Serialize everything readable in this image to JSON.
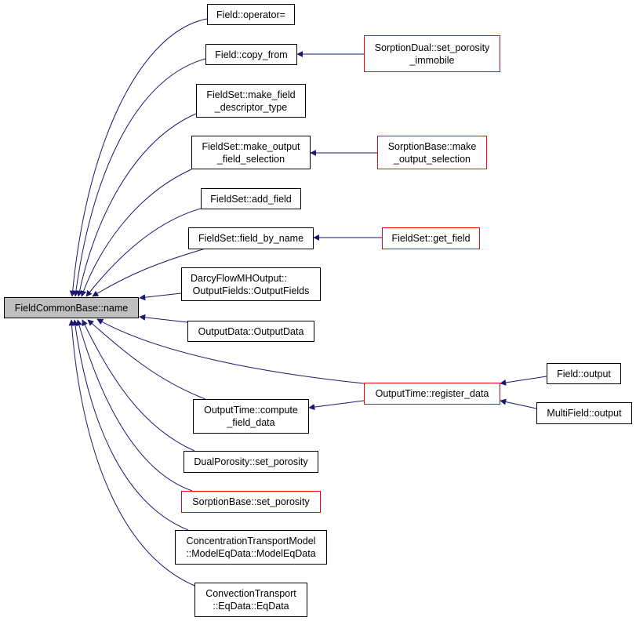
{
  "colors": {
    "edge": "#191970",
    "root_fill": "#bfbfbf",
    "link_border": "#000000",
    "undocumented_border": "#ff0000"
  },
  "root": {
    "label": "FieldCommonBase::name"
  },
  "callers": {
    "operator_eq": {
      "lines": [
        "Field::operator="
      ]
    },
    "copy_from": {
      "lines": [
        "Field::copy_from"
      ]
    },
    "make_field_descriptor_type": {
      "lines": [
        "FieldSet::make_field",
        "_descriptor_type"
      ]
    },
    "make_output_field_selection": {
      "lines": [
        "FieldSet::make_output",
        "_field_selection"
      ]
    },
    "add_field": {
      "lines": [
        "FieldSet::add_field"
      ]
    },
    "field_by_name": {
      "lines": [
        "FieldSet::field_by_name"
      ]
    },
    "darcy_output_fields": {
      "lines": [
        "DarcyFlowMHOutput::",
        "OutputFields::OutputFields"
      ]
    },
    "output_data": {
      "lines": [
        "OutputData::OutputData"
      ]
    },
    "compute_field_data": {
      "lines": [
        "OutputTime::compute",
        "_field_data"
      ]
    },
    "dual_set_porosity": {
      "lines": [
        "DualPorosity::set_porosity"
      ]
    },
    "sorption_set_porosity": {
      "lines": [
        "SorptionBase::set_porosity"
      ]
    },
    "model_eq_data": {
      "lines": [
        "ConcentrationTransportModel",
        "::ModelEqData::ModelEqData"
      ]
    },
    "convection_eq_data": {
      "lines": [
        "ConvectionTransport",
        "::EqData::EqData"
      ]
    },
    "sorption_dual_immobile": {
      "lines": [
        "SorptionDual::set_porosity",
        "_immobile"
      ]
    },
    "sorption_make_output_selection": {
      "lines": [
        "SorptionBase::make",
        "_output_selection"
      ]
    },
    "get_field": {
      "lines": [
        "FieldSet::get_field"
      ]
    },
    "register_data": {
      "lines": [
        "OutputTime::register_data"
      ]
    },
    "field_output": {
      "lines": [
        "Field::output"
      ]
    },
    "multifield_output": {
      "lines": [
        "MultiField::output"
      ]
    }
  }
}
